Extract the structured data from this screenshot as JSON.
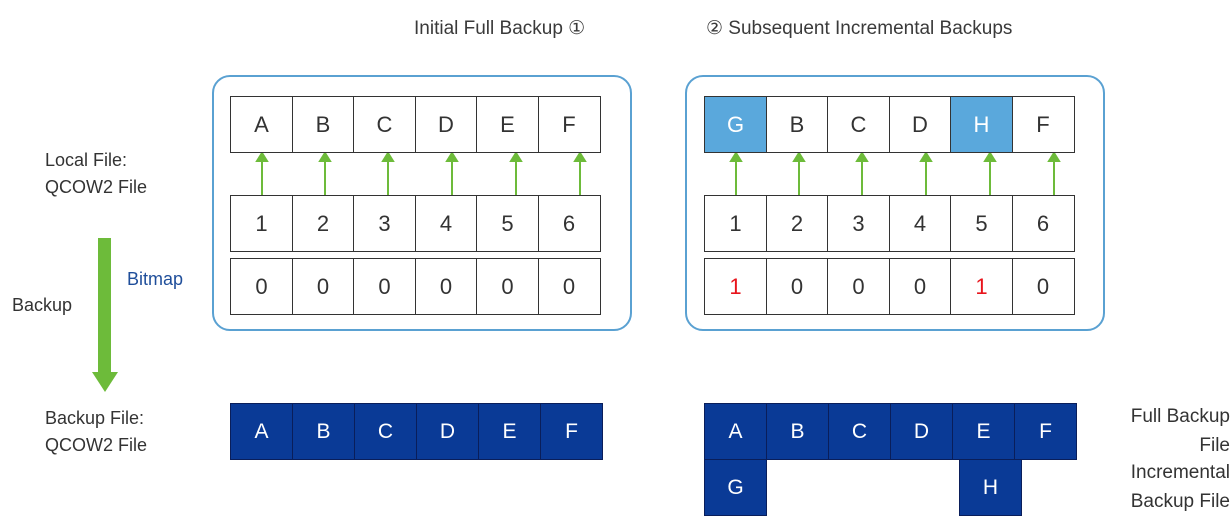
{
  "headings": {
    "full": "Initial Full Backup ①",
    "incremental": "② Subsequent Incremental Backups"
  },
  "labels": {
    "local_file": [
      "Local File:",
      "QCOW2 File"
    ],
    "bitmap": "Bitmap",
    "backup": "Backup",
    "backup_file": [
      "Backup File:",
      "QCOW2 File"
    ]
  },
  "full_backup": {
    "data_blocks": [
      "A",
      "B",
      "C",
      "D",
      "E",
      "F"
    ],
    "cluster_ids": [
      "1",
      "2",
      "3",
      "4",
      "5",
      "6"
    ],
    "bitmap": [
      "0",
      "0",
      "0",
      "0",
      "0",
      "0"
    ],
    "backup_blocks": [
      "A",
      "B",
      "C",
      "D",
      "E",
      "F"
    ]
  },
  "incremental_backup": {
    "data_blocks": [
      "G",
      "B",
      "C",
      "D",
      "H",
      "F"
    ],
    "cluster_ids": [
      "1",
      "2",
      "3",
      "4",
      "5",
      "6"
    ],
    "bitmap": [
      "1",
      "0",
      "0",
      "0",
      "1",
      "0"
    ],
    "backup_blocks": [
      "A",
      "B",
      "C",
      "D",
      "E",
      "F"
    ],
    "incremental_blocks": [
      "G",
      "H"
    ]
  },
  "legend": {
    "full_backup_file": [
      "Full Backup",
      "File"
    ],
    "incremental_backup_file": [
      "Incremental",
      "Backup File"
    ]
  },
  "colors": {
    "box_border": "#5aa1d2",
    "highlight": "#5aa8dc",
    "backup_block": "#0a3a96",
    "changed_bit": "#e8141c",
    "arrow": "#6dbb3a",
    "bitmap_label": "#1f4e9a"
  }
}
